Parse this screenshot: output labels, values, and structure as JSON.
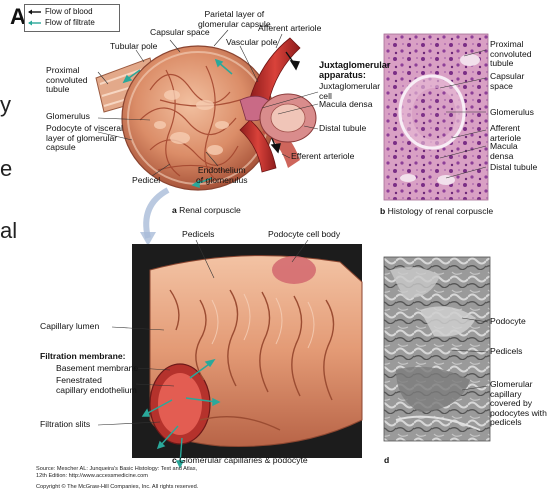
{
  "panel_letter": "A",
  "side_fragments": [
    "y",
    "e",
    "al"
  ],
  "legend": {
    "blood": "Flow of blood",
    "filtrate": "Flow of filtrate"
  },
  "panel_a": {
    "labels": {
      "capsular_space": "Capsular space",
      "parietal_layer": "Parietal layer of\nglomerular capsule",
      "afferent_arteriole": "Afferent arteriole",
      "tubular_pole": "Tubular pole",
      "vascular_pole": "Vascular pole",
      "proximal_convoluted_tubule": "Proximal\nconvoluted\ntubule",
      "juxtaglomerular_apparatus": "Juxtaglomerular\napparatus:",
      "juxtaglomerular_cell": "Juxtaglomerular\ncell",
      "macula_densa": "Macula densa",
      "glomerulus": "Glomerulus",
      "podocyte_visceral_layer": "Podocyte of visceral\nlayer of glomerular\ncapsule",
      "distal_tubule": "Distal tubule",
      "efferent_arteriole": "Efferent arteriole",
      "endothelium": "Endothelium\nof glomerulus",
      "pedicel": "Pedicel"
    },
    "caption_letter": "a",
    "caption": "Renal corpuscle"
  },
  "panel_b": {
    "labels": {
      "proximal_convoluted_tubule": "Proximal\nconvoluted\ntubule",
      "capsular_space": "Capsular\nspace",
      "glomerulus": "Glomerulus",
      "afferent_arteriole": "Afferent\narteriole",
      "macula_densa": "Macula\ndensa",
      "distal_tubule": "Distal tubule"
    },
    "caption_letter": "b",
    "caption": "Histology of renal corpuscle"
  },
  "panel_c": {
    "labels": {
      "pedicels": "Pedicels",
      "podocyte_cell_body": "Podocyte cell body",
      "capillary_lumen": "Capillary lumen",
      "filtration_membrane": "Filtration membrane:",
      "basement_membrane": "Basement membrane",
      "fenestrated_endothelium": "Fenestrated\ncapillary endothelium",
      "filtration_slits": "Filtration slits"
    },
    "caption_letter": "c",
    "caption": "Glomerular capillaries & podocyte"
  },
  "panel_d": {
    "labels": {
      "podocyte": "Podocyte",
      "pedicels": "Pedicels",
      "glomerular_capillary": "Glomerular\ncapillary\ncovered by\npodocytes with\npedicels"
    },
    "caption_letter": "d"
  },
  "source": {
    "line1": "Source: Mescher AL: Junqueira's Basic Histology: Text and Atlas,",
    "line2": "12th Edition: http://www.accessmedicine.com",
    "line3": "Copyright © The McGraw-Hill Companies, Inc. All rights reserved."
  },
  "colors": {
    "blood_arrow": "#111111",
    "filtrate_arrow": "#2aa89a",
    "tissue": "#d98b6a",
    "artery_red": "#c0392b",
    "histology_pink": "#d68fb5",
    "sem_gray": "#8a8a8a"
  }
}
